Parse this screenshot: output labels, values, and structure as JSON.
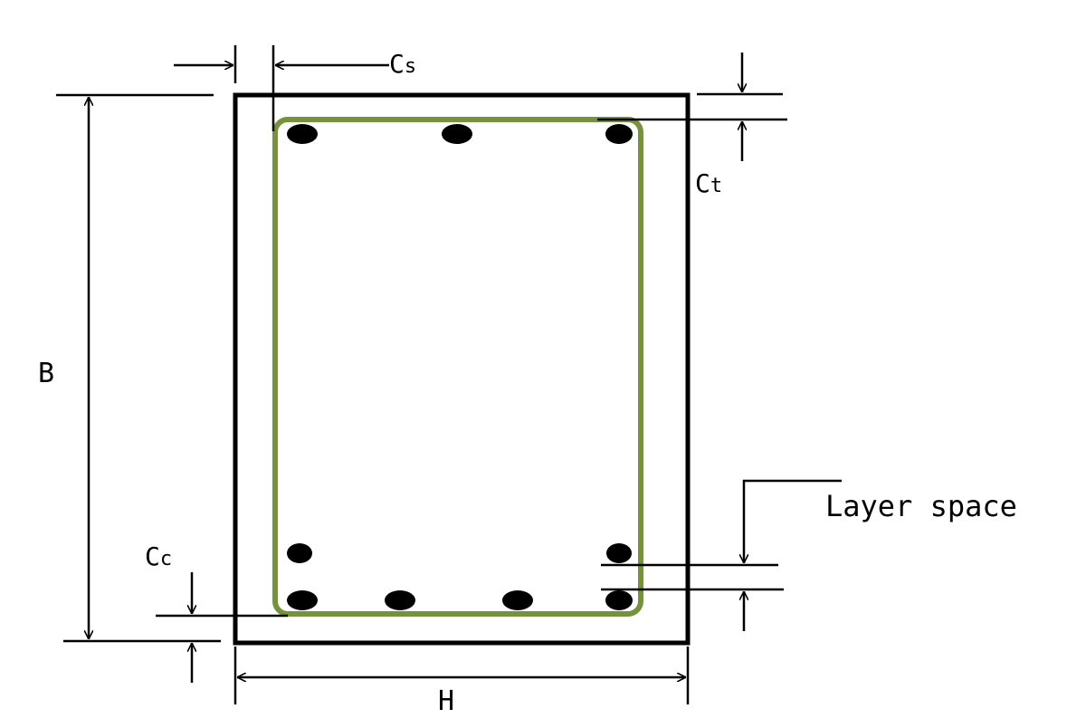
{
  "colors": {
    "section_outline": "#000000",
    "stirrup": "#76923c",
    "rebar": "#000000",
    "dimension_lines": "#000000"
  },
  "labels": {
    "B": "B",
    "H": "H",
    "Cs_main": "C",
    "Cs_sub": "s",
    "Ct_main": "C",
    "Ct_sub": "t",
    "Cc_main": "C",
    "Cc_sub": "c",
    "layer_space": "Layer space"
  },
  "rebars": {
    "top_row_count": 3,
    "bottom_row_count": 4,
    "second_layer_count": 2
  }
}
